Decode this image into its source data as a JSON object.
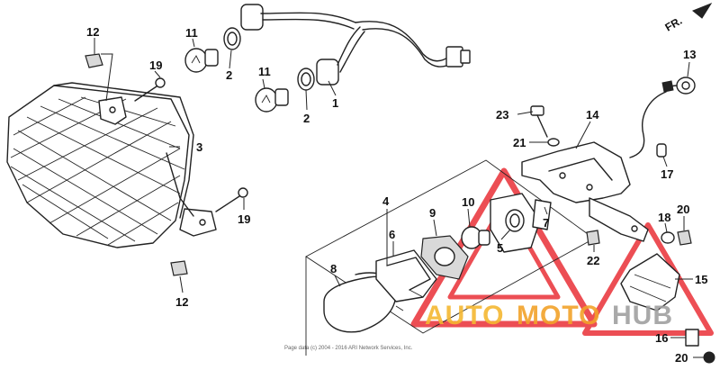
{
  "direction_label": "FR.",
  "copyright": "Page data (c) 2004 - 2016 ARI Network Services, Inc.",
  "watermark": {
    "part1": "AUTO",
    "part2": "MOTO",
    "part3": "HUB",
    "color_part1": "#f5b731",
    "color_part2": "#f2a22a",
    "color_part3": "#a0a0a0",
    "triangle_color": "#e8232a"
  },
  "callouts": {
    "c1": "1",
    "c2a": "2",
    "c2b": "2",
    "c3": "3",
    "c4": "4",
    "c5": "5",
    "c6": "6",
    "c7": "7",
    "c8": "8",
    "c9": "9",
    "c10": "10",
    "c11a": "11",
    "c11b": "11",
    "c12a": "12",
    "c12b": "12",
    "c13": "13",
    "c14": "14",
    "c15": "15",
    "c16": "16",
    "c17": "17",
    "c18": "18",
    "c19a": "19",
    "c19b": "19",
    "c20a": "20",
    "c20b": "20",
    "c21": "21",
    "c22": "22",
    "c23": "23"
  }
}
